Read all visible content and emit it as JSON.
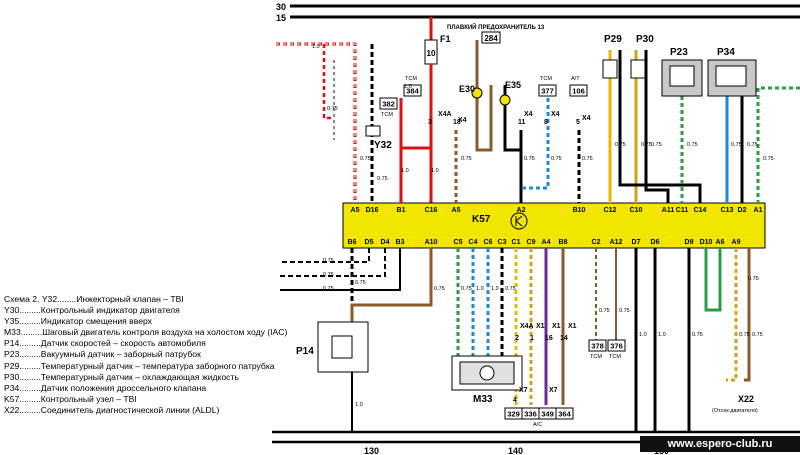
{
  "rails": [
    "30",
    "15"
  ],
  "ground_numbers": [
    "130",
    "140",
    "150"
  ],
  "fuse": {
    "label": "F1",
    "rating": "10",
    "note": "ПЛАВКИЙ ПРЕДОХРАНИТЕЛЬ 13"
  },
  "ecu": {
    "label": "K57"
  },
  "ecu_top_pins": [
    "A5",
    "D16",
    "B1",
    "C16",
    "A5",
    "A2",
    "B10",
    "C12",
    "C10",
    "A11",
    "C11",
    "C14",
    "C13",
    "D2",
    "A1"
  ],
  "ecu_bottom_pins": [
    "B6",
    "D5",
    "D4",
    "B3",
    "A10",
    "C5",
    "C4",
    "C6",
    "C3",
    "C1",
    "C9",
    "A4",
    "B8",
    "C2",
    "A12",
    "D7",
    "D6",
    "D9",
    "D10",
    "A6",
    "A9"
  ],
  "refs": {
    "r284": "284"
  },
  "ref_boxes": [
    "382",
    "384",
    "377",
    "106",
    "378",
    "376",
    "329",
    "336",
    "349",
    "364"
  ],
  "ref_box_labels": [
    "TCM",
    "TCM",
    "TCM",
    "A/T",
    "TCM",
    "TCM",
    "A/C"
  ],
  "connectors": [
    "X4A",
    "X4",
    "X4",
    "X4",
    "X4",
    "X4A",
    "X1",
    "X1",
    "X1",
    "X7",
    "X7"
  ],
  "connector_pins": [
    "3",
    "18",
    "11",
    "8",
    "5",
    "2",
    "1",
    "16",
    "14",
    "4"
  ],
  "wire_sizes": [
    "1.0",
    "0.75",
    "0.75",
    "0.75",
    "1.0",
    "1.0",
    "1.0",
    "0.75",
    "0.75",
    "0.75",
    "0.75",
    "0.75",
    "0.75",
    "0.75",
    "0.75",
    "0.75",
    "0.75",
    "0.75",
    "0.75",
    "0.75",
    "0.75",
    "0.75",
    "0.75",
    "0.75",
    "1.0",
    "1.0",
    "0.75",
    "0.75",
    "0.75",
    "1.0",
    "1.0",
    "0.75",
    "0.75",
    "0.75",
    "1.0",
    "0.75"
  ],
  "components": {
    "p14": "P14",
    "m33": "M33",
    "p23": "P23",
    "p34": "P34",
    "p29": "P29",
    "p30": "P30",
    "e30": "E30",
    "e35": "E35",
    "y32": "Y32",
    "x22": "X22",
    "x22_note": "(Отсек двигателя)"
  },
  "legend": [
    "Схема 2. Y32........Инжекторный клапан – TBI",
    "Y30.........Контрольный индикатор двигателя",
    "Y35.........Индикатор смещения вверх",
    "M33.........Шаговый двигатель контроля воздуха на холостом ходу (IAC)",
    "P14.........Датчик скоростей – скорость автомобиля",
    "P23.........Вакуумный датчик – заборный патрубок",
    "P29.........Температурный датчик – температура заборного патрубка",
    "P30.........Температурный датчик – охлаждающая жидкость",
    "P34.........Датчик положения дроссельного клапана",
    "K57.........Контрольный узел – TBI",
    "X22.........Соединитель диагностической линии (ALDL)"
  ],
  "watermark": "www.espero-club.ru"
}
